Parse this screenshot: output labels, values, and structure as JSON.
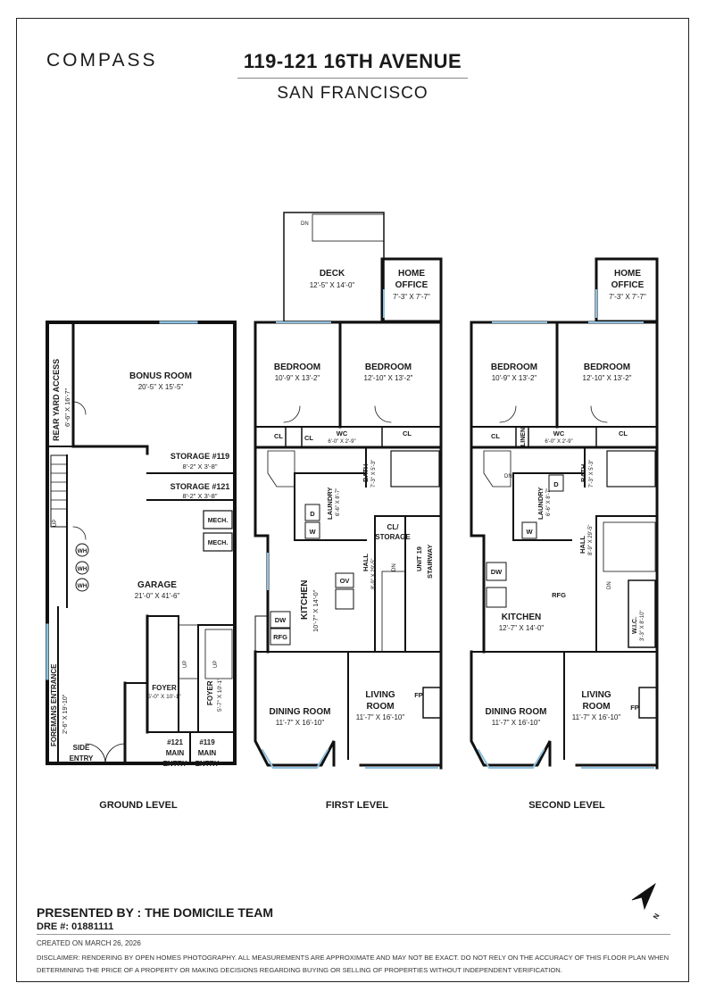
{
  "brand": {
    "logo_text": "COMPASS"
  },
  "header": {
    "address": "119-121 16TH AVENUE",
    "city": "SAN FRANCISCO"
  },
  "levels": {
    "ground": {
      "label": "GROUND LEVEL",
      "rooms": {
        "bonus_name": "BONUS ROOM",
        "bonus_dim": "20'-5\" X 15'-5\"",
        "rear_yard": "REAR YARD ACCESS",
        "rear_yard_dim": "6'-6\" X 16'-7\"",
        "storage119": "STORAGE #119",
        "storage119_dim": "8'-2\" X 3'-8\"",
        "storage121": "STORAGE #121",
        "storage121_dim": "8'-2\" X 3'-8\"",
        "mech1": "MECH.",
        "mech2": "MECH.",
        "wh": "WH",
        "garage_name": "GARAGE",
        "garage_dim": "21'-0\" X 41'-6\"",
        "foremans": "FOREMANS ENTRANCE",
        "foremans_dim": "2'-6\" X 19'-10\"",
        "foyer1": "FOYER",
        "foyer1_dim": "5'-0\" X 10'-1\"",
        "foyer2": "FOYER",
        "foyer2_dim": "5'-7\" X 10'-1\"",
        "side1": "SIDE",
        "side2": "ENTRY",
        "e121a": "#121",
        "e121b": "MAIN",
        "e121c": "ENTRY",
        "e119a": "#119",
        "e119b": "MAIN",
        "e119c": "ENTRY",
        "up": "UP"
      }
    },
    "first": {
      "label": "FIRST LEVEL",
      "rooms": {
        "deck": "DECK",
        "deck_dim": "12'-5\" X 14'-0\"",
        "dn": "DN",
        "home1": "HOME",
        "home2": "OFFICE",
        "home_dim": "7'-3\" X 7'-7\"",
        "bed1": "BEDROOM",
        "bed1_dim": "10'-9\" X 13'-2\"",
        "bed2": "BEDROOM",
        "bed2_dim": "12'-10\" X 13'-2\"",
        "cl": "CL",
        "wc": "WC",
        "wc_dim": "6'-0\" X 2'-9\"",
        "bath": "BATH",
        "bath_dim": "7'-3\" X 5'-3\"",
        "laundry": "LAUNDRY",
        "laundry_dim": "6'-6\" X 8'-7\"",
        "d": "D",
        "w": "W",
        "clstorage1": "CL/",
        "clstorage2": "STORAGE",
        "unit19a": "UNIT 19",
        "unit19b": "STAIRWAY",
        "hall": "HALL",
        "hall_dim": "8'-9\" X 29'-5\"",
        "kitchen": "KITCHEN",
        "kitchen_dim": "10'-7\" X 14'-0\"",
        "ov": "OV",
        "dw": "DW",
        "rfg": "RFG",
        "dining": "DINING ROOM",
        "dining_dim": "11'-7\" X 16'-10\"",
        "living1": "LIVING",
        "living2": "ROOM",
        "living_dim": "11'-7\" X 16'-10\"",
        "fp": "FP"
      }
    },
    "second": {
      "label": "SECOND LEVEL",
      "rooms": {
        "home1": "HOME",
        "home2": "OFFICE",
        "home_dim": "7'-3\" X 7'-7\"",
        "bed1": "BEDROOM",
        "bed1_dim": "10'-9\" X 13'-2\"",
        "bed2": "BEDROOM",
        "bed2_dim": "12'-10\" X 13'-2\"",
        "cl": "CL",
        "linen": "LINEN",
        "wc": "WC",
        "wc_dim": "6'-0\" X 2'-9\"",
        "bath": "BATH",
        "bath_dim": "7'-3\" X 5'-3\"",
        "laundry": "LAUNDRY",
        "laundry_dim": "6'-6\" X 8'-7\"",
        "d": "D",
        "w": "W",
        "dn": "DN",
        "hall": "HALL",
        "hall_dim": "8'-9\" X 29'-5\"",
        "wic": "W.I.C.",
        "wic_dim": "3'-3\" X 8'-10\"",
        "kitchen": "KITCHEN",
        "kitchen_dim": "12'-7\" X 14'-0\"",
        "dw": "DW",
        "rfg": "RFG",
        "dining": "DINING ROOM",
        "dining_dim": "11'-7\" X 16'-10\"",
        "living1": "LIVING",
        "living2": "ROOM",
        "living_dim": "11'-7\" X 16'-10\"",
        "fp": "FP"
      }
    }
  },
  "compass_north": "N",
  "footer": {
    "presented": "PRESENTED BY : THE DOMICILE TEAM",
    "dre": "DRE #: 01881111",
    "created": "CREATED ON MARCH 26, 2026",
    "disclaimer": "DISCLAIMER: RENDERING BY OPEN HOMES PHOTOGRAPHY. ALL MEASUREMENTS ARE APPROXIMATE AND MAY NOT BE EXACT. DO NOT RELY ON THE ACCURACY OF THIS FLOOR PLAN WHEN DETERMINING THE PRICE OF A PROPERTY OR MAKING DECISIONS REGARDING BUYING OR SELLING OF PROPERTIES WITHOUT INDEPENDENT VERIFICATION."
  }
}
